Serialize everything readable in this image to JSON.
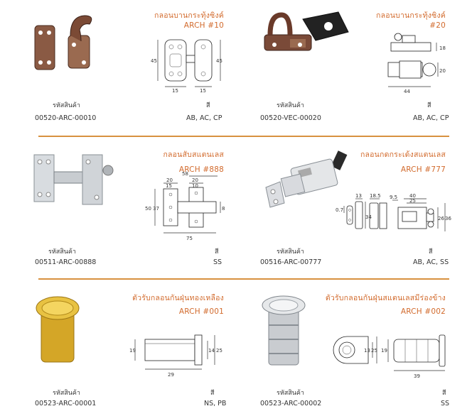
{
  "products": [
    {
      "name": "กลอนบานกระทุ้งซิงค์",
      "model": "ARCH #10",
      "code_label": "รหัสสินค้า",
      "code": "00520-ARC-00010",
      "color_label": "สี",
      "colors": "AB, AC, CP",
      "dims": {
        "a": "45",
        "b": "45",
        "c": "15",
        "d": "15"
      }
    },
    {
      "name": "กลอนบานกระทุ้งซิงค์",
      "model": "#20",
      "code_label": "รหัสสินค้า",
      "code": "00520-VEC-00020",
      "color_label": "สี",
      "colors": "AB, AC, CP",
      "dims": {
        "a": "18",
        "b": "20",
        "c": "44"
      }
    },
    {
      "name": "กลอนสับสแตนเลส",
      "model": "ARCH #888",
      "code_label": "รหัสสินค้า",
      "code": "00511-ARC-00888",
      "color_label": "สี",
      "colors": "SS",
      "dims": {
        "a": "58",
        "b": "20",
        "c": "20",
        "d": "15",
        "e": "10",
        "f": "50",
        "g": "37",
        "h": "8",
        "i": "75"
      }
    },
    {
      "name": "กลอนกดกระเด้งสแตนเลส",
      "model": "ARCH #777",
      "code_label": "รหัสสินค้า",
      "code": "00516-ARC-00777",
      "color_label": "สี",
      "colors": "AB, AC, SS",
      "dims": {
        "a": "13",
        "b": "0.7",
        "c": "34",
        "d": "18.5",
        "e": "9.5",
        "f": "40",
        "g": "25",
        "h": "26",
        "i": "36"
      }
    },
    {
      "name": "ตัวรับกลอนกันฝุ่นทองเหลือง",
      "model": "ARCH #001",
      "code_label": "รหัสสินค้า",
      "code": "00523-ARC-00001",
      "color_label": "สี",
      "colors": "NS, PB",
      "dims": {
        "a": "19",
        "b": "14",
        "c": "25",
        "d": "29"
      }
    },
    {
      "name": "ตัวรับกลอนกันฝุ่นสแตนเลสมีร่องข้าง",
      "model": "ARCH #002",
      "code_label": "รหัสสินค้า",
      "code": "00523-ARC-00002",
      "color_label": "สี",
      "colors": "SS",
      "dims": {
        "a": "13",
        "b": "25",
        "c": "19",
        "d": "39"
      }
    }
  ]
}
